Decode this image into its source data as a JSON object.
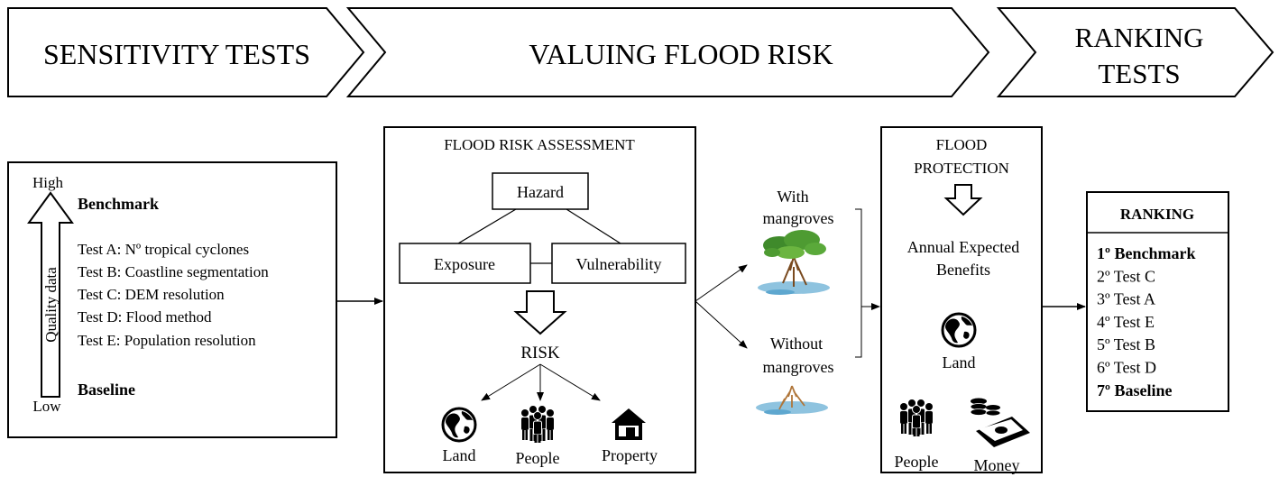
{
  "headers": {
    "sensitivity": "SENSITIVITY TESTS",
    "valuing": "VALUING FLOOD RISK",
    "ranking_line1": "RANKING",
    "ranking_line2": "TESTS"
  },
  "sensitivity_box": {
    "high": "High",
    "low": "Low",
    "quality_label": "Quality data",
    "benchmark": "Benchmark",
    "tests": [
      "Test A: Nº tropical cyclones",
      "Test B: Coastline segmentation",
      "Test C: DEM resolution",
      "Test D: Flood method",
      "Test E: Population resolution"
    ],
    "baseline": "Baseline"
  },
  "assessment_box": {
    "title": "FLOOD RISK ASSESSMENT",
    "hazard": "Hazard",
    "exposure": "Exposure",
    "vulnerability": "Vulnerability",
    "risk": "RISK",
    "land": "Land",
    "people": "People",
    "property": "Property"
  },
  "scenarios": {
    "with_line1": "With",
    "with_line2": "mangroves",
    "without_line1": "Without",
    "without_line2": "mangroves"
  },
  "protection_box": {
    "title_line1": "FLOOD",
    "title_line2": "PROTECTION",
    "benefits_line1": "Annual Expected",
    "benefits_line2": "Benefits",
    "land": "Land",
    "people": "People",
    "money": "Money"
  },
  "ranking_box": {
    "title": "RANKING",
    "items": [
      {
        "rank": "1º",
        "label": "Benchmark",
        "bold": true
      },
      {
        "rank": "2º",
        "label": "Test C",
        "bold": false
      },
      {
        "rank": "3º",
        "label": "Test A",
        "bold": false
      },
      {
        "rank": "4º",
        "label": "Test E",
        "bold": false
      },
      {
        "rank": "5º",
        "label": "Test B",
        "bold": false
      },
      {
        "rank": "6º",
        "label": "Test D",
        "bold": false
      },
      {
        "rank": "7º",
        "label": "Baseline",
        "bold": true
      }
    ]
  }
}
